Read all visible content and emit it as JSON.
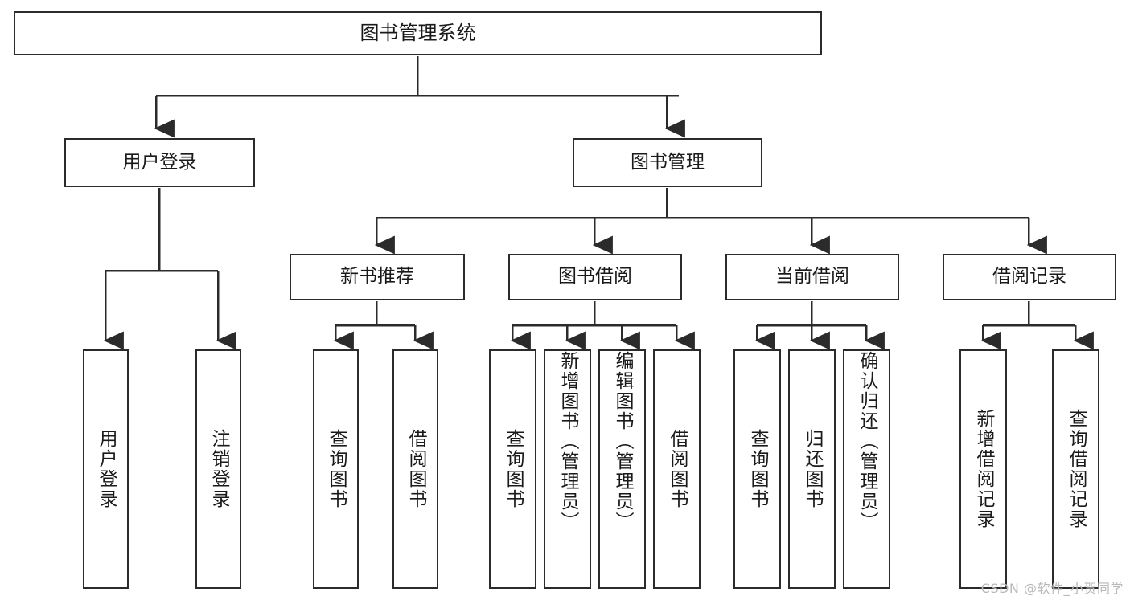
{
  "diagram": {
    "title": "图书管理系统",
    "type": "hierarchy-tree",
    "orientation": "top-down",
    "root": {
      "id": "root",
      "label": "图书管理系统"
    },
    "level2": [
      {
        "id": "user-login",
        "label": "用户登录"
      },
      {
        "id": "book-manage",
        "label": "图书管理"
      }
    ],
    "level3": [
      {
        "id": "new-book-recommend",
        "label": "新书推荐",
        "parent": "book-manage"
      },
      {
        "id": "book-borrow",
        "label": "图书借阅",
        "parent": "book-manage"
      },
      {
        "id": "current-borrow",
        "label": "当前借阅",
        "parent": "book-manage"
      },
      {
        "id": "borrow-record",
        "label": "借阅记录",
        "parent": "book-manage"
      }
    ],
    "leaves": {
      "user-login": [
        {
          "id": "leaf-user-login",
          "label": "用户登录"
        },
        {
          "id": "leaf-user-logout",
          "label": "注销登录"
        }
      ],
      "new-book-recommend": [
        {
          "id": "leaf-query-book-1",
          "label": "查询图书"
        },
        {
          "id": "leaf-borrow-book-1",
          "label": "借阅图书"
        }
      ],
      "book-borrow": [
        {
          "id": "leaf-query-book-2",
          "label": "查询图书"
        },
        {
          "id": "leaf-add-book",
          "label": "新增图书（管理员）"
        },
        {
          "id": "leaf-edit-book",
          "label": "编辑图书（管理员）"
        },
        {
          "id": "leaf-borrow-book-2",
          "label": "借阅图书"
        }
      ],
      "current-borrow": [
        {
          "id": "leaf-query-book-3",
          "label": "查询图书"
        },
        {
          "id": "leaf-return-book",
          "label": "归还图书"
        },
        {
          "id": "leaf-confirm-return",
          "label": "确认归还（管理员）"
        }
      ],
      "borrow-record": [
        {
          "id": "leaf-add-record",
          "label": "新增借阅记录"
        },
        {
          "id": "leaf-query-record",
          "label": "查询借阅记录"
        }
      ]
    }
  },
  "watermark": {
    "text": "CSDN @软件_小贺同学"
  },
  "colors": {
    "stroke": "#2b2b2b",
    "text": "#1a1a1a",
    "background": "#ffffff",
    "watermark": "#b9b9b9"
  }
}
